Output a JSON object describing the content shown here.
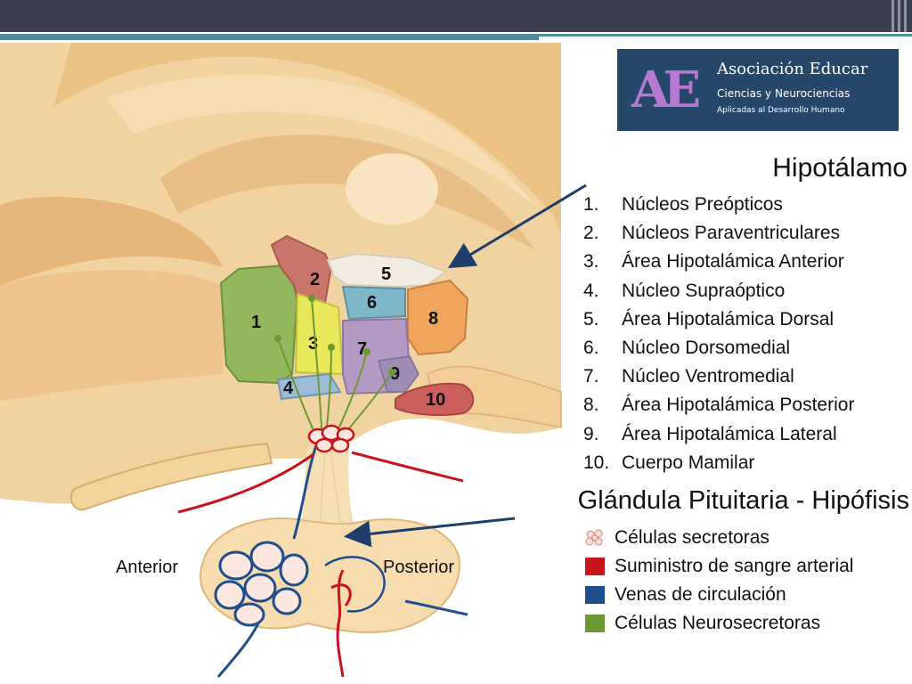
{
  "logo": {
    "mark": "AE",
    "title": "Asociación Educar",
    "subtitle1": "Ciencias y Neurociencias",
    "subtitle2": "Aplicadas al Desarrollo Humano"
  },
  "hypothalamus": {
    "title": "Hipotálamo",
    "items": [
      {
        "num": "1.",
        "label": "Núcleos Preópticos"
      },
      {
        "num": "2.",
        "label": "Núcleos Paraventriculares"
      },
      {
        "num": "3.",
        "label": "Área Hipotalámica Anterior"
      },
      {
        "num": "4.",
        "label": "Núcleo  Supraóptico"
      },
      {
        "num": "5.",
        "label": "Área Hipotalámica Dorsal"
      },
      {
        "num": "6.",
        "label": "Núcleo Dorsomedial"
      },
      {
        "num": "7.",
        "label": "Núcleo Ventromedial"
      },
      {
        "num": "8.",
        "label": "Área Hipotalámica Posterior"
      },
      {
        "num": "9.",
        "label": "Área Hipotalámica Lateral"
      },
      {
        "num": "10.",
        "label": "Cuerpo Mamilar"
      }
    ]
  },
  "pituitary": {
    "title": "Glándula Pituitaria - Hipófisis",
    "anterior_label": "Anterior",
    "posterior_label": "Posterior"
  },
  "legend": [
    {
      "label": "Células secretoras",
      "color": "#f0c8c0",
      "icon": "secretory-cell-icon"
    },
    {
      "label": "Suministro de sangre arterial",
      "color": "#c8141c",
      "icon": "red-square"
    },
    {
      "label": "Venas de circulación",
      "color": "#1f4e8c",
      "icon": "blue-square"
    },
    {
      "label": "Células Neurosecretoras",
      "color": "#6a9a32",
      "icon": "green-square"
    }
  ],
  "region_numbers": [
    "1",
    "2",
    "3",
    "4",
    "5",
    "6",
    "7",
    "8",
    "9",
    "10"
  ],
  "colors": {
    "topbar": "#3b3e50",
    "accent_line": "#4f8c8f",
    "brain_tissue": "#f1d3a1",
    "logo_background": "#25476a"
  }
}
